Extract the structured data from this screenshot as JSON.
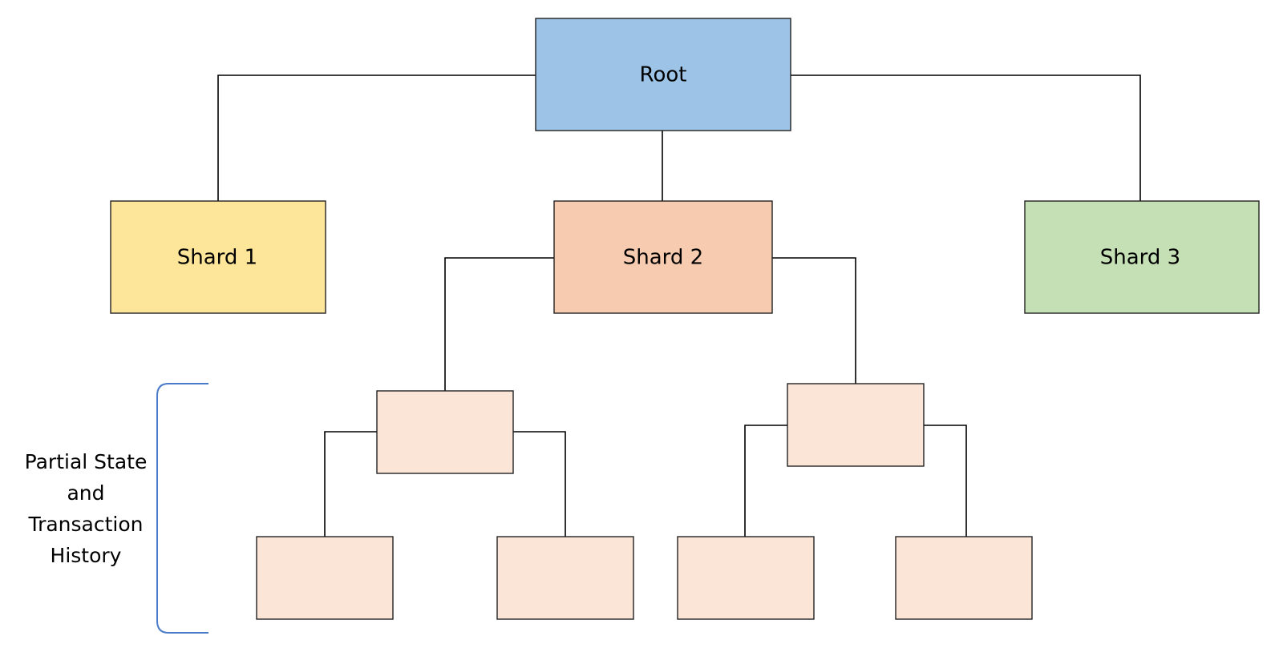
{
  "diagram": {
    "nodes": {
      "root": {
        "label": "Root",
        "color": "#9dc3e6"
      },
      "shard1": {
        "label": "Shard 1",
        "color": "#fde59a"
      },
      "shard2": {
        "label": "Shard 2",
        "color": "#f7cbb0"
      },
      "shard3": {
        "label": "Shard 3",
        "color": "#c5e0b4"
      },
      "subtree_color": "#fbe5d6"
    },
    "side_label": {
      "lines": [
        "Partial State",
        "and",
        "Transaction",
        "History"
      ]
    },
    "bracket_color": "#4a7bc8"
  }
}
